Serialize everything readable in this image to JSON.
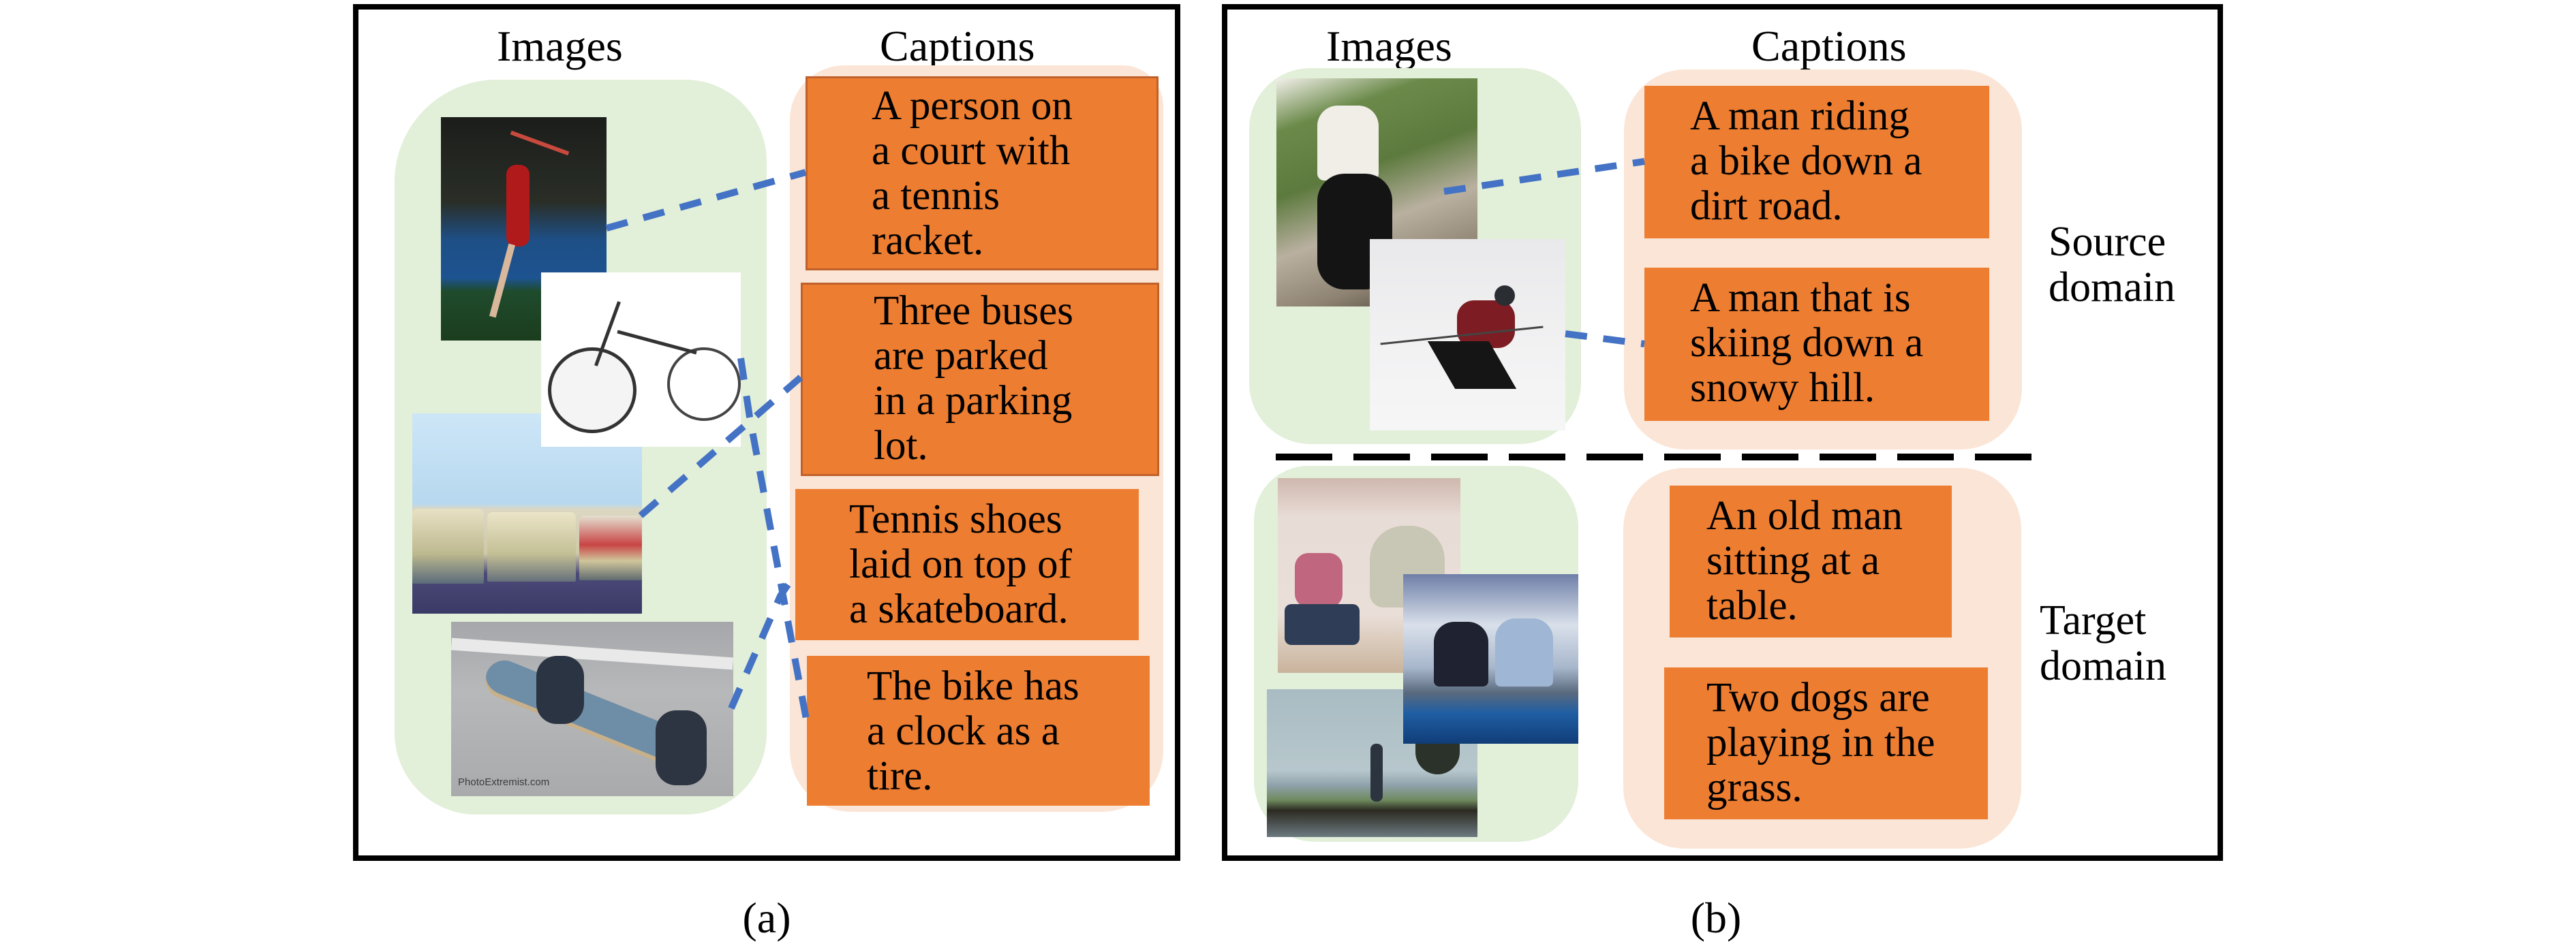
{
  "figure": {
    "panel_a": {
      "label": "(a)",
      "headings": {
        "images": "Images",
        "captions": "Captions"
      },
      "images": [
        {
          "id": "tennis",
          "subject": "tennis player"
        },
        {
          "id": "bike-clock",
          "subject": "bicycle with clock wheel"
        },
        {
          "id": "buses",
          "subject": "three trolley buses"
        },
        {
          "id": "skateboard",
          "subject": "tennis shoes on skateboard",
          "watermark": "PhotoExtremist.com"
        }
      ],
      "captions": [
        "A person on\na court with\na tennis\nracket.",
        "Three buses\nare parked\nin a parking\nlot.",
        "Tennis shoes\nlaid on top of\na skateboard.",
        "The bike has\na clock as a\ntire."
      ],
      "links": [
        {
          "image": "tennis",
          "caption": 0
        },
        {
          "image": "buses",
          "caption": 1
        },
        {
          "image": "skateboard",
          "caption": 2
        },
        {
          "image": "bike-clock",
          "caption": 3
        }
      ]
    },
    "panel_b": {
      "label": "(b)",
      "headings": {
        "images": "Images",
        "captions": "Captions"
      },
      "source": {
        "label": "Source\ndomain",
        "images": [
          {
            "id": "motorbike",
            "subject": "man riding motorbike on dirt road"
          },
          {
            "id": "skier",
            "subject": "skier on snowy hill"
          }
        ],
        "captions": [
          "A man riding\na bike down a\ndirt road.",
          "A man that is\nskiing down a\nsnowy hill."
        ],
        "links": [
          {
            "image": "motorbike",
            "caption": 0
          },
          {
            "image": "skier",
            "caption": 1
          }
        ]
      },
      "target": {
        "label": "Target\ndomain",
        "images": [
          {
            "id": "stretching",
            "subject": "two people stretching"
          },
          {
            "id": "rafting",
            "subject": "two people rafting"
          },
          {
            "id": "heron",
            "subject": "heron by a lake"
          }
        ],
        "captions": [
          "An old man\nsitting at a\ntable.",
          "Two dogs are\nplaying in the\ngrass."
        ]
      }
    },
    "colors": {
      "caption_box": "#ED7D31",
      "caption_region": "#FBE5D6",
      "image_region": "#E2EFD9",
      "link_line": "#4472C4",
      "divider": "#000000"
    }
  }
}
